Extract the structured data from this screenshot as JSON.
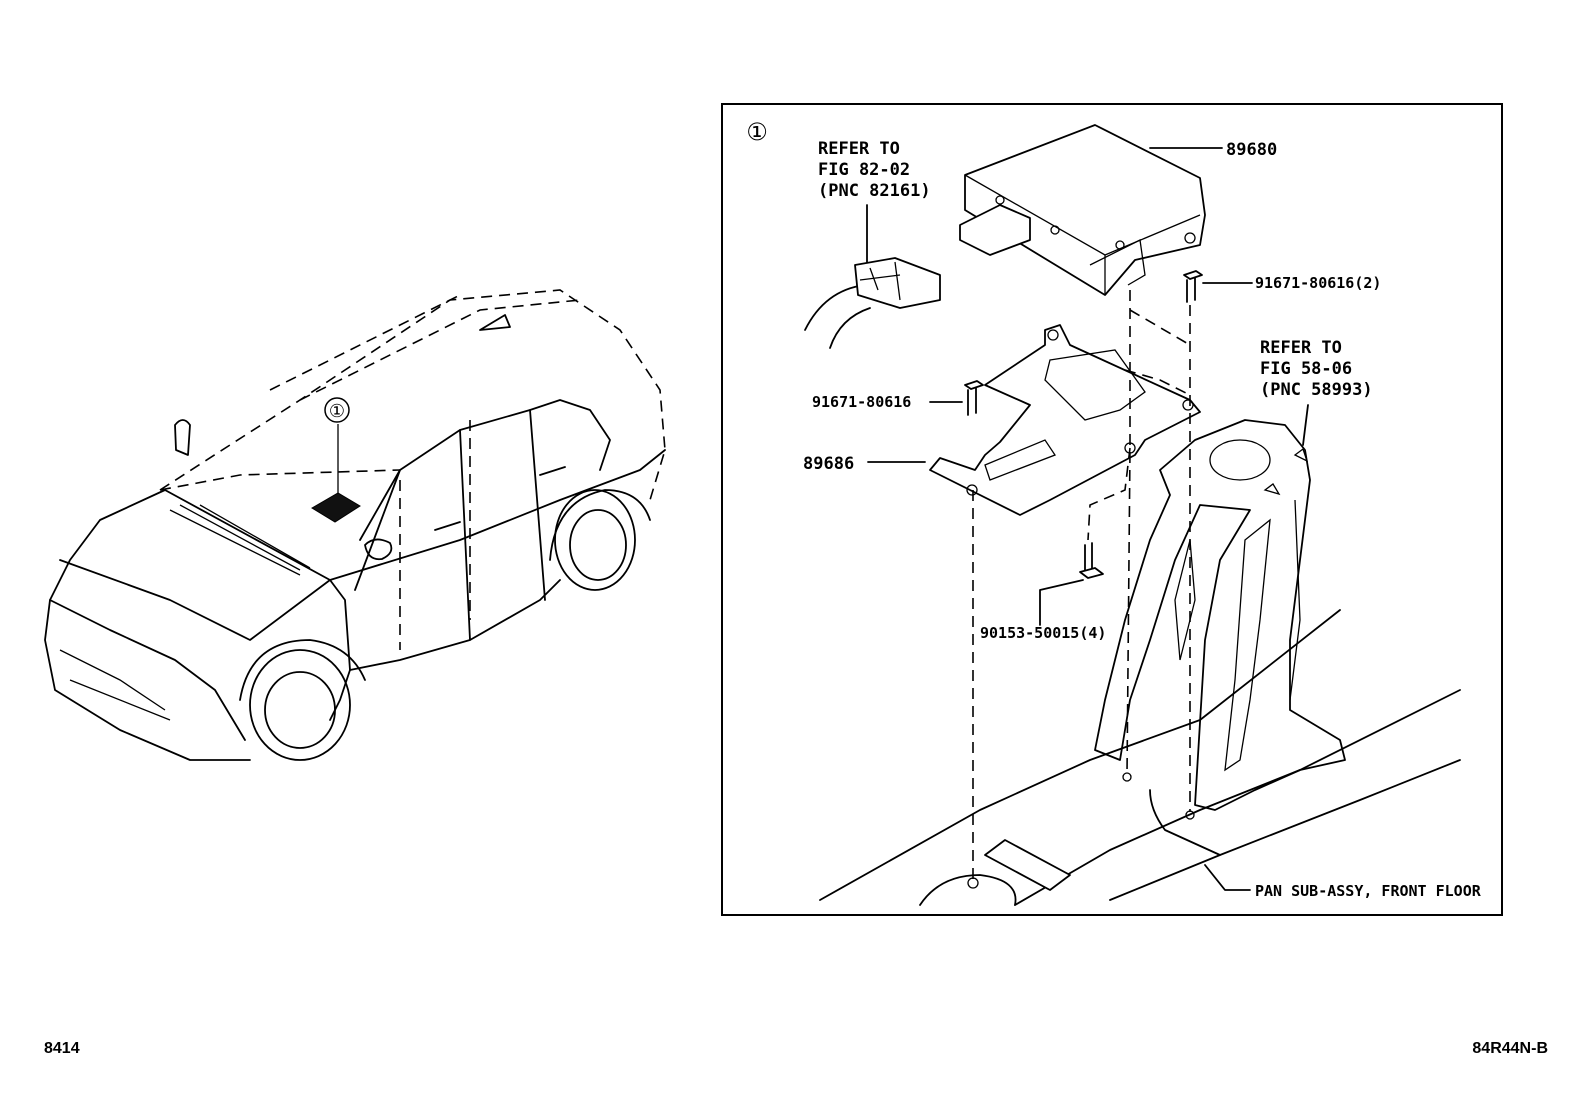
{
  "figure": {
    "page_code": "8414",
    "figure_code": "84R44N-B",
    "callout_marker": "①"
  },
  "labels": {
    "ecu_part": "89680",
    "bolt_part_2": "91671-80616(2)",
    "refer_82": [
      "REFER TO",
      "FIG 82-02",
      "(PNC 82161)"
    ],
    "refer_58": [
      "REFER TO",
      "FIG 58-06",
      "(PNC 58993)"
    ],
    "bolt_part": "91671-80616",
    "bracket_part": "89686",
    "screw_part": "90153-50015(4)",
    "floor_pan": "PAN SUB-ASSY, FRONT FLOOR"
  }
}
